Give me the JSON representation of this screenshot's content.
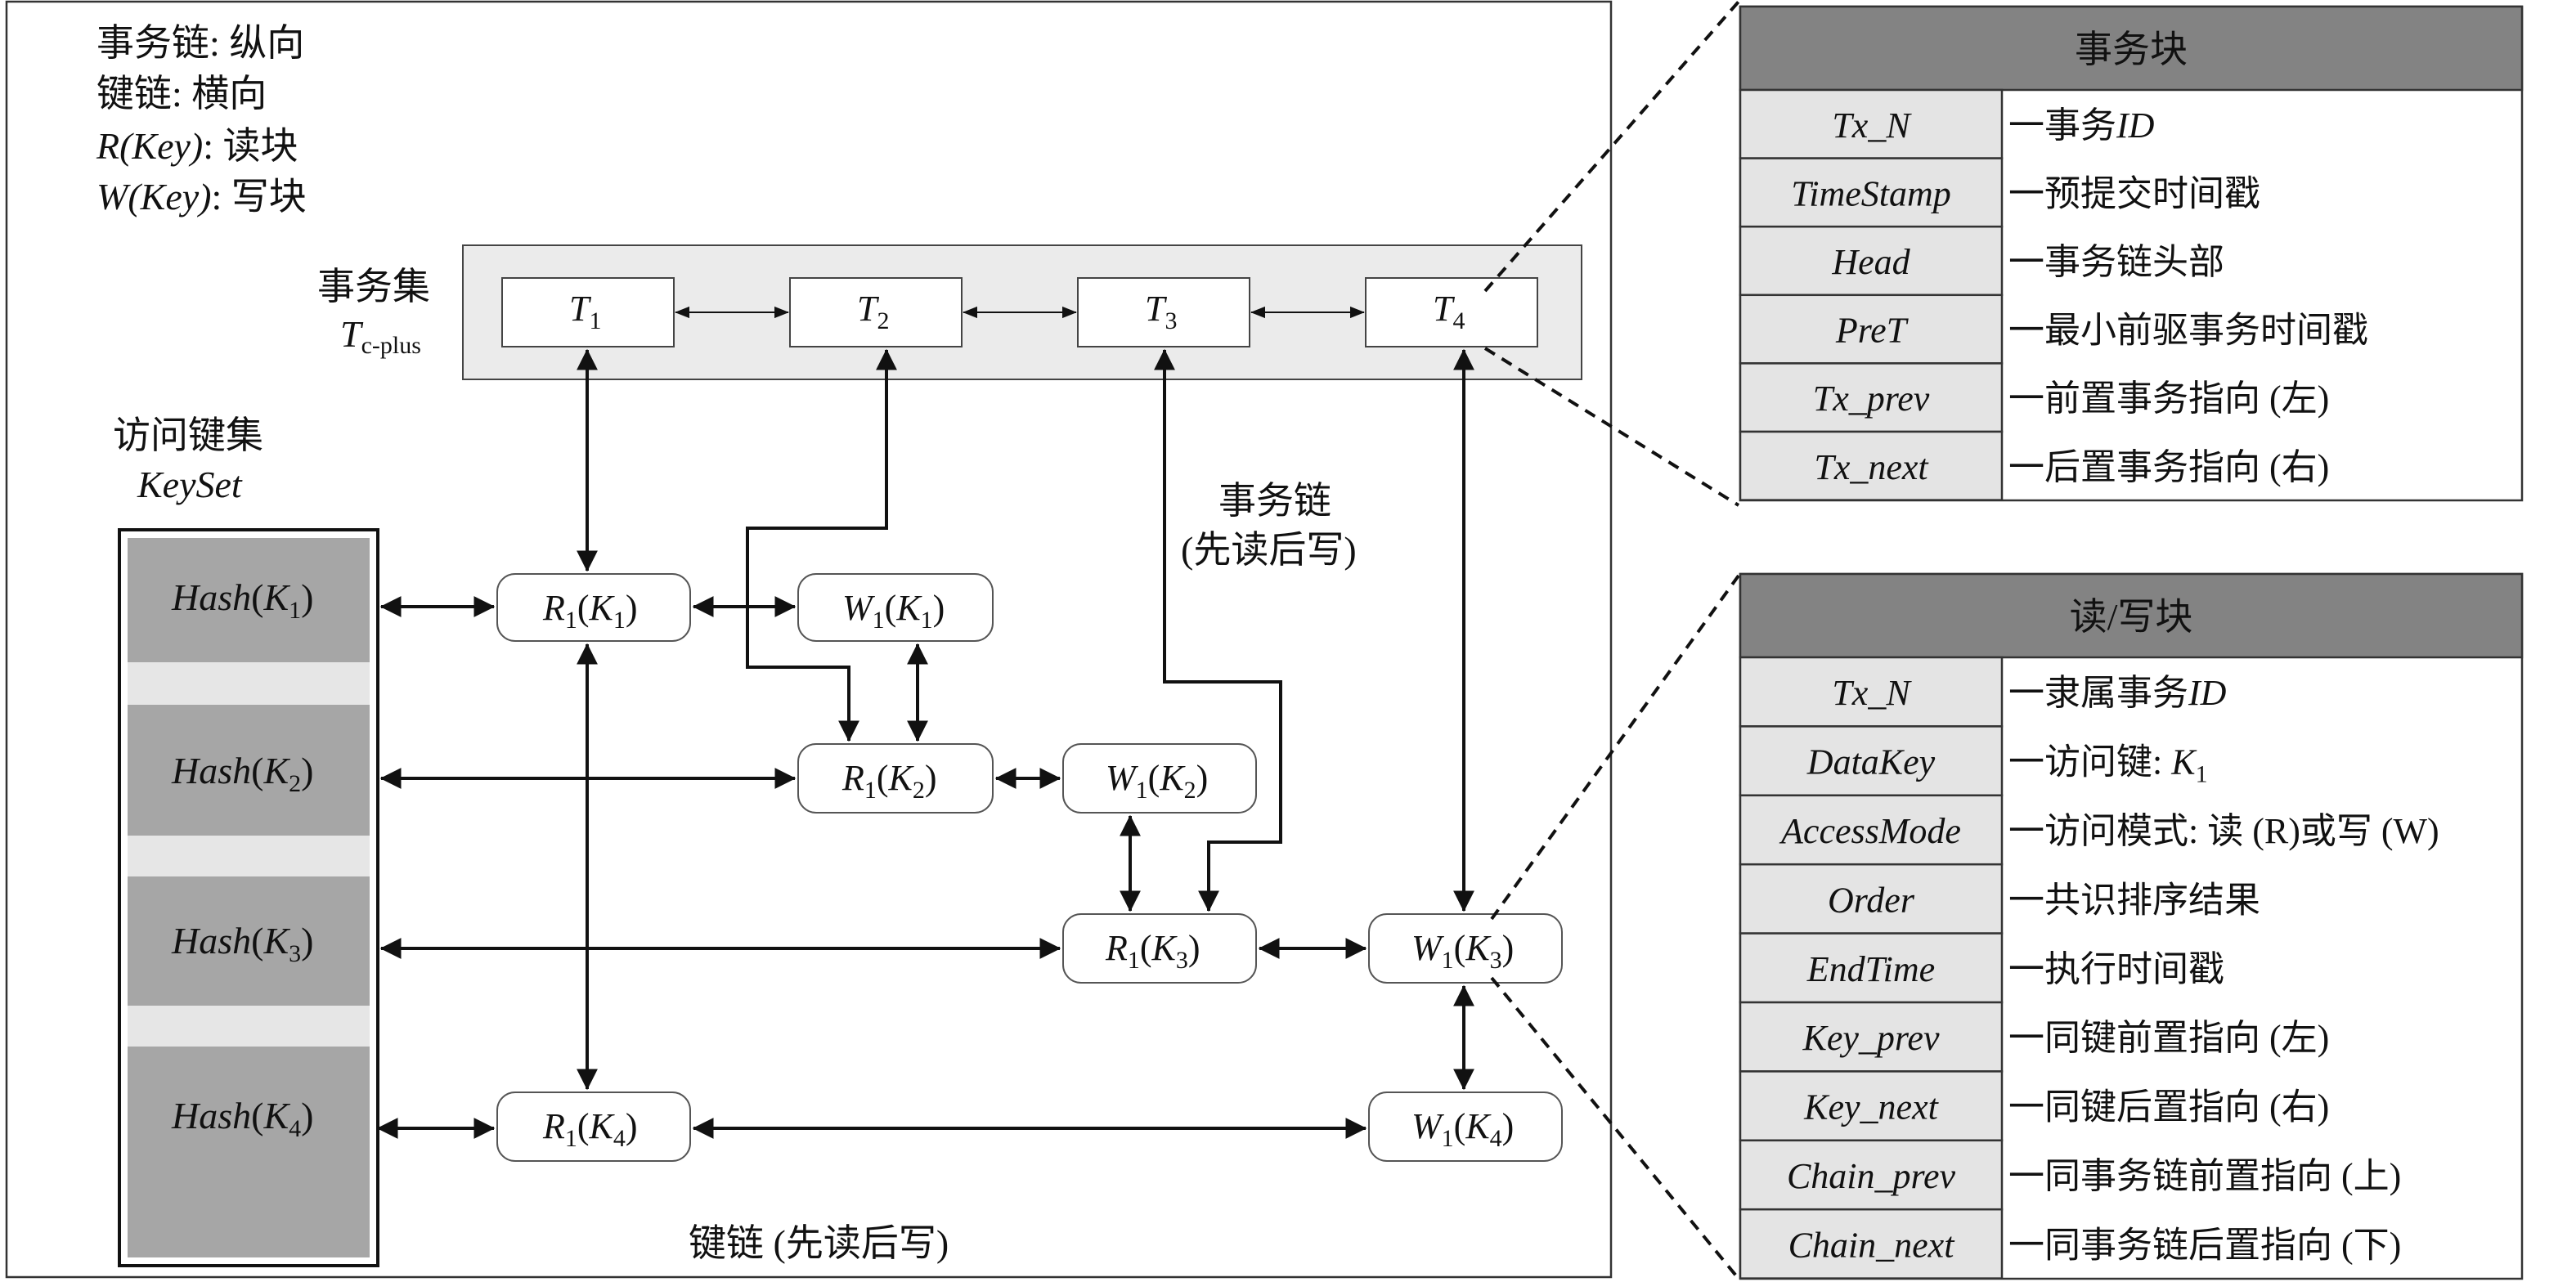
{
  "legend": {
    "line1": "事务链: 纵向",
    "line2": "键链: 横向",
    "line3_key": "R(Key)",
    "line3_val": ": 读块",
    "line4_key": "W(Key)",
    "line4_val": ": 写块"
  },
  "txset": {
    "label": "事务集",
    "symbol": "T",
    "subscript": "c-plus",
    "nodes": [
      {
        "base": "T",
        "sub": "1"
      },
      {
        "base": "T",
        "sub": "2"
      },
      {
        "base": "T",
        "sub": "3"
      },
      {
        "base": "T",
        "sub": "4"
      }
    ]
  },
  "keyset": {
    "label": "访问键集",
    "symbol": "KeySet",
    "items": [
      {
        "fn": "Hash",
        "key": "K",
        "sub": "1"
      },
      {
        "fn": "Hash",
        "key": "K",
        "sub": "2"
      },
      {
        "fn": "Hash",
        "key": "K",
        "sub": "3"
      },
      {
        "fn": "Hash",
        "key": "K",
        "sub": "4"
      }
    ]
  },
  "blocks": {
    "r1k1": {
      "op": "R",
      "sub": "1",
      "key": "K",
      "ksub": "1"
    },
    "w1k1": {
      "op": "W",
      "sub": "1",
      "key": "K",
      "ksub": "1"
    },
    "r1k2": {
      "op": "R",
      "sub": "1",
      "key": "K",
      "ksub": "2"
    },
    "w1k2": {
      "op": "W",
      "sub": "1",
      "key": "K",
      "ksub": "2"
    },
    "r1k3": {
      "op": "R",
      "sub": "1",
      "key": "K",
      "ksub": "3"
    },
    "w1k3": {
      "op": "W",
      "sub": "1",
      "key": "K",
      "ksub": "3"
    },
    "r1k4": {
      "op": "R",
      "sub": "1",
      "key": "K",
      "ksub": "4"
    },
    "w1k4": {
      "op": "W",
      "sub": "1",
      "key": "K",
      "ksub": "4"
    }
  },
  "labels": {
    "tx_chain_line1": "事务链",
    "tx_chain_line2": "(先读后写)",
    "key_chain": "键链 (先读后写)"
  },
  "tx_block": {
    "title": "事务块",
    "rows": [
      {
        "field": "Tx_N",
        "desc": "一事务",
        "desc_it": "ID",
        "desc_tail": ""
      },
      {
        "field": "TimeStamp",
        "desc": "一预提交时间戳",
        "desc_it": "",
        "desc_tail": ""
      },
      {
        "field": "Head",
        "desc": "一事务链头部",
        "desc_it": "",
        "desc_tail": ""
      },
      {
        "field": "PreT",
        "desc": "一最小前驱事务时间戳",
        "desc_it": "",
        "desc_tail": ""
      },
      {
        "field": "Tx_prev",
        "desc": "一前置事务指向 (左)",
        "desc_it": "",
        "desc_tail": ""
      },
      {
        "field": "Tx_next",
        "desc": "一后置事务指向 (右)",
        "desc_it": "",
        "desc_tail": ""
      }
    ]
  },
  "rw_block": {
    "title": "读/写块",
    "rows": [
      {
        "field": "Tx_N",
        "desc": "一隶属事务",
        "desc_it": "ID",
        "desc_tail": ""
      },
      {
        "field": "DataKey",
        "desc": "一访问键: ",
        "desc_it": "K",
        "desc_tail": "1"
      },
      {
        "field": "AccessMode",
        "desc": "一访问模式: 读 (R)或写 (W)",
        "desc_it": "",
        "desc_tail": ""
      },
      {
        "field": "Order",
        "desc": "一共识排序结果",
        "desc_it": "",
        "desc_tail": ""
      },
      {
        "field": "EndTime",
        "desc": "一执行时间戳",
        "desc_it": "",
        "desc_tail": ""
      },
      {
        "field": "Key_prev",
        "desc": "一同键前置指向 (左)",
        "desc_it": "",
        "desc_tail": ""
      },
      {
        "field": "Key_next",
        "desc": "一同键后置指向 (右)",
        "desc_it": "",
        "desc_tail": ""
      },
      {
        "field": "Chain_prev",
        "desc": "一同事务链前置指向 (上)",
        "desc_it": "",
        "desc_tail": ""
      },
      {
        "field": "Chain_next",
        "desc": "一同事务链后置指向 (下)",
        "desc_it": "",
        "desc_tail": ""
      }
    ]
  }
}
